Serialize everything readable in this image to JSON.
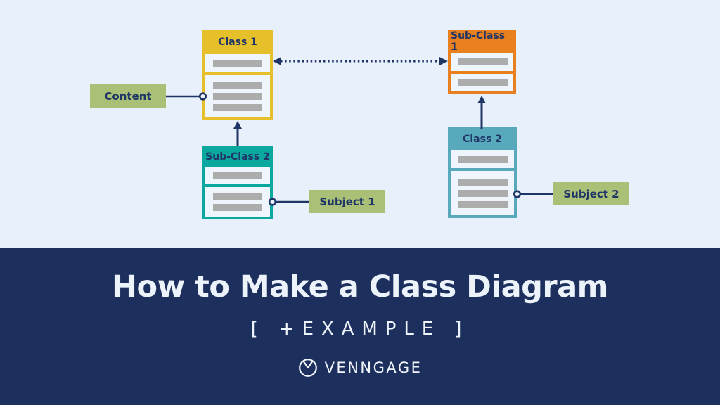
{
  "page": {
    "background_color": "#e8f1fb",
    "band_color": "#1d2f5c",
    "connector_color": "#1f3566",
    "row_fill_color": "#eef5fc",
    "bar_color": "#acacac"
  },
  "diagram": {
    "classes": [
      {
        "title": "Class 1",
        "color": "#e5c02b",
        "attribute_bars": 1,
        "method_bars": 3
      },
      {
        "title": "Sub-Class 1",
        "color": "#e8801f",
        "attribute_bars": 1,
        "method_bars": 1
      },
      {
        "title": "Sub-Class 2",
        "color": "#0ba8a0",
        "attribute_bars": 1,
        "method_bars": 2
      },
      {
        "title": "Class 2",
        "color": "#58a9bc",
        "attribute_bars": 1,
        "method_bars": 3
      }
    ],
    "labels": [
      {
        "text": "Content"
      },
      {
        "text": "Subject 1"
      },
      {
        "text": "Subject 2"
      }
    ],
    "label_color": "#abc077",
    "connections": [
      "dotted double arrow between Class 1 and Sub-Class 1",
      "arrow from Sub-Class 2 up to Class 1",
      "arrow from Class 2 up to Sub-Class 1",
      "line with circle from Content to Class 1",
      "line with circle from Subject 1 to Sub-Class 2",
      "line with circle from Subject 2 to Class 2"
    ]
  },
  "footer": {
    "title": "How to Make a Class Diagram",
    "subtitle": "[ +EXAMPLE ]",
    "brand": "VENNGAGE",
    "title_color": "#edf3fb"
  }
}
